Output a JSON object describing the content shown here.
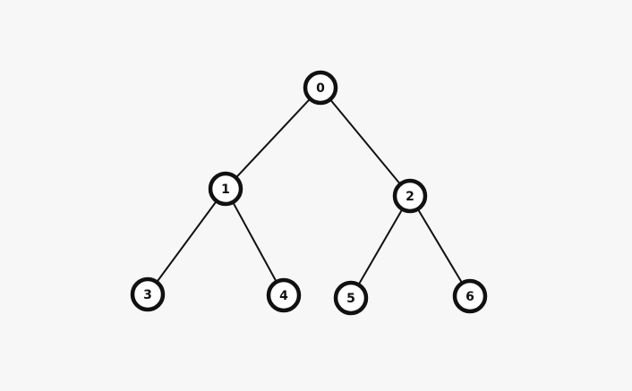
{
  "diagram": {
    "type": "binary-tree",
    "nodes": [
      {
        "id": "0",
        "label": "0"
      },
      {
        "id": "1",
        "label": "1"
      },
      {
        "id": "2",
        "label": "2"
      },
      {
        "id": "3",
        "label": "3"
      },
      {
        "id": "4",
        "label": "4"
      },
      {
        "id": "5",
        "label": "5"
      },
      {
        "id": "6",
        "label": "6"
      }
    ],
    "edges": [
      {
        "from": "0",
        "to": "1"
      },
      {
        "from": "0",
        "to": "2"
      },
      {
        "from": "1",
        "to": "3"
      },
      {
        "from": "1",
        "to": "4"
      },
      {
        "from": "2",
        "to": "5"
      },
      {
        "from": "2",
        "to": "6"
      }
    ],
    "colors": {
      "background": "#f7f7f7",
      "node_fill": "#ffffff",
      "node_stroke": "#111111",
      "edge": "#111111",
      "label": "#111111"
    }
  }
}
